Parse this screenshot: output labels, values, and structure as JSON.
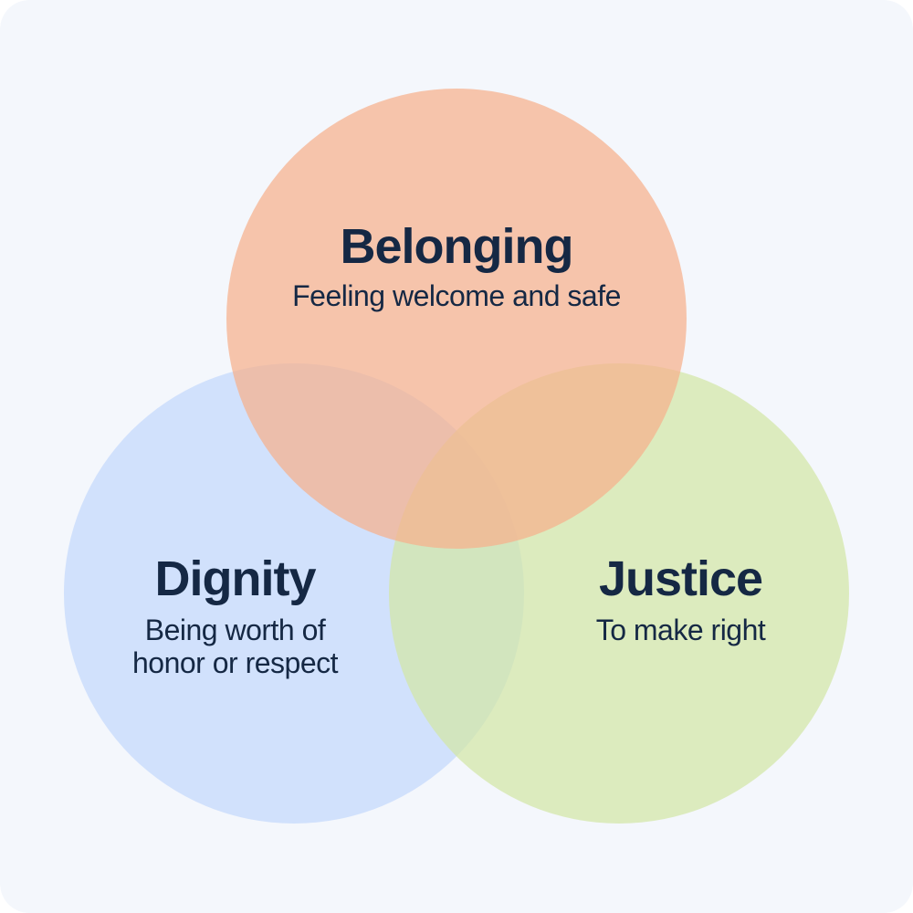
{
  "colors": {
    "background": "#f4f7fc",
    "text": "#152844",
    "belonging": "#f7b08c",
    "dignity": "#c4d8fc",
    "justice": "#d2e6a6"
  },
  "circles": [
    {
      "id": "belonging",
      "title": "Belonging",
      "description": "Feeling welcome and safe"
    },
    {
      "id": "dignity",
      "title": "Dignity",
      "description": "Being worth of\nhonor or respect"
    },
    {
      "id": "justice",
      "title": "Justice",
      "description": "To make right"
    }
  ]
}
